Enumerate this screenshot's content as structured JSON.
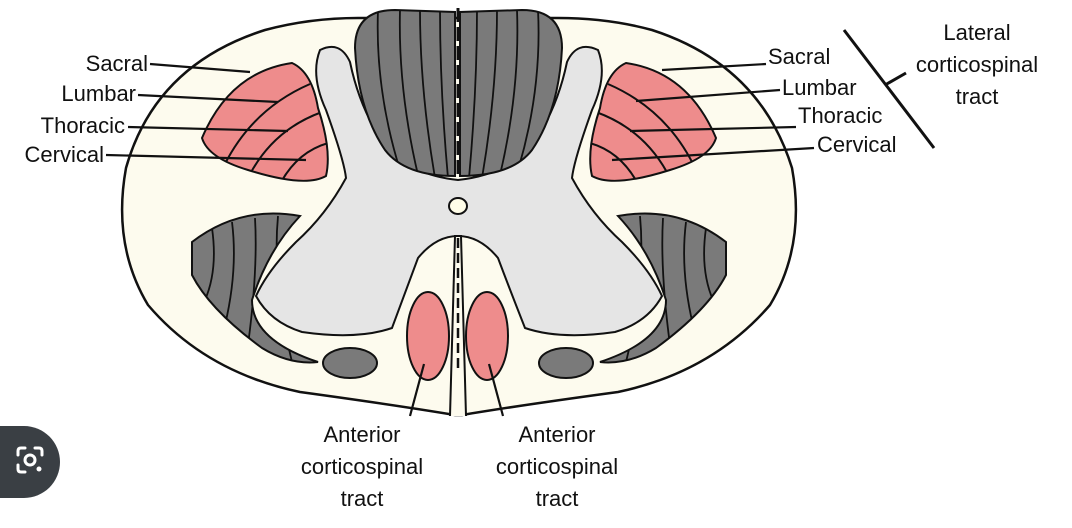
{
  "labels": {
    "left": {
      "sacral": "Sacral",
      "lumbar": "Lumbar",
      "thoracic": "Thoracic",
      "cervical": "Cervical"
    },
    "right": {
      "sacral": "Sacral",
      "lumbar": "Lumbar",
      "thoracic": "Thoracic",
      "cervical": "Cervical"
    },
    "lateral_tract": [
      "Lateral",
      "corticospinal",
      "tract"
    ],
    "anterior_left": [
      "Anterior",
      "corticospinal",
      "tract"
    ],
    "anterior_right": [
      "Anterior",
      "corticospinal",
      "tract"
    ]
  },
  "colors": {
    "white_matter": "#fdfbee",
    "gray_matter": "#e5e5e5",
    "dark_tract": "#7a7a7a",
    "pink_tract": "#ee8c8c",
    "outline": "#111111"
  },
  "icons": {
    "lens_button": "google-lens-icon"
  }
}
